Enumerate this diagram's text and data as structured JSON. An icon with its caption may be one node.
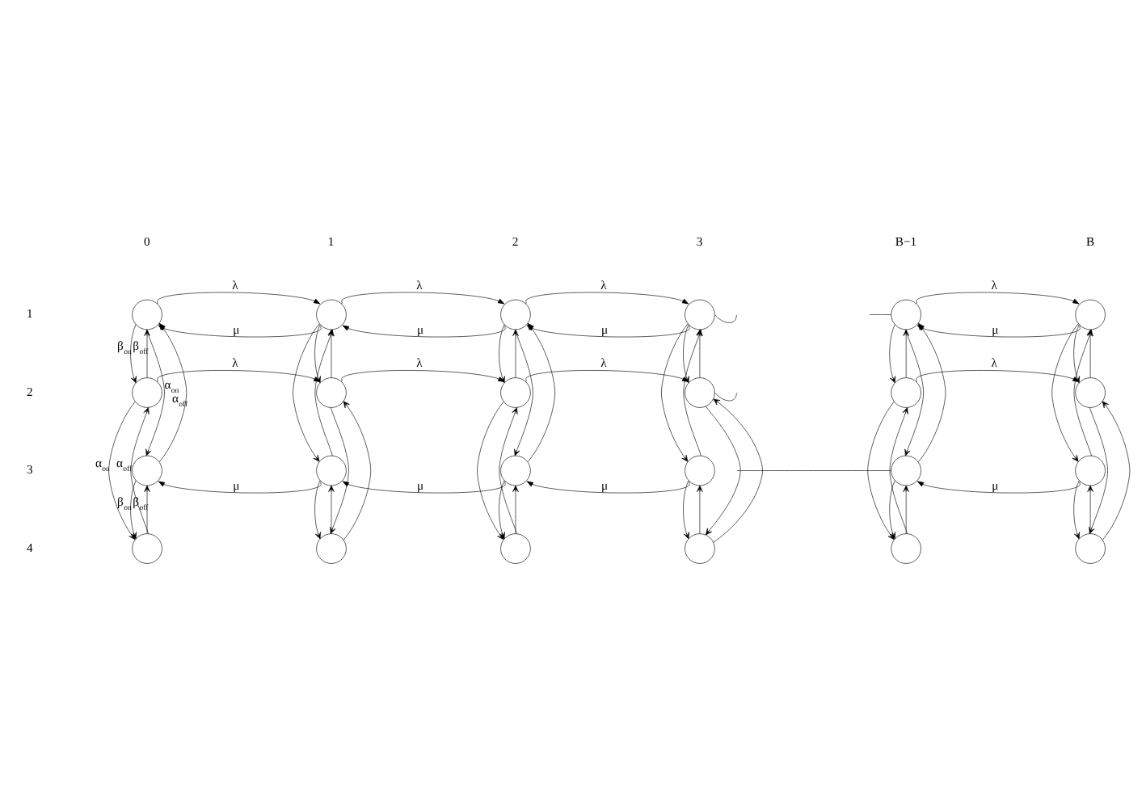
{
  "diagram": {
    "nodes": [
      {
        "text": [],
        "shape": "circle"
      },
      {
        "text": [],
        "shape": "circle"
      },
      {
        "text": [],
        "shape": "circle"
      },
      {
        "text": [],
        "shape": "circle"
      },
      {
        "text": [],
        "shape": "circle"
      },
      {
        "text": [],
        "shape": "circle"
      },
      {
        "text": [],
        "shape": "circle"
      },
      {
        "text": [],
        "shape": "circle"
      },
      {
        "text": [],
        "shape": "circle"
      },
      {
        "text": [],
        "shape": "circle"
      },
      {
        "text": [],
        "shape": "circle"
      },
      {
        "text": [],
        "shape": "circle"
      },
      {
        "text": [],
        "shape": "circle"
      },
      {
        "text": [],
        "shape": "circle"
      },
      {
        "text": [],
        "shape": "circle"
      },
      {
        "text": [],
        "shape": "circle"
      },
      {
        "text": [],
        "shape": "circle"
      },
      {
        "text": [],
        "shape": "circle"
      },
      {
        "text": [],
        "shape": "circle"
      },
      {
        "text": [],
        "shape": "circle"
      },
      {
        "text": [],
        "shape": "circle"
      },
      {
        "text": [],
        "shape": "circle"
      },
      {
        "text": [],
        "shape": "circle"
      },
      {
        "text": [],
        "shape": "circle"
      }
    ],
    "edges": [
      {
        "from": 0,
        "to": 1,
        "arrow": "to",
        "label": "λ"
      },
      {
        "from": 1,
        "to": 2,
        "arrow": "to",
        "label": "λ"
      },
      {
        "from": 2,
        "to": 3,
        "arrow": "to",
        "label": "λ"
      },
      {
        "from": 3,
        "to": null,
        "arrow": "none"
      },
      {
        "from": 4,
        "to": 5,
        "arrow": "to",
        "label": "λ"
      },
      {
        "from": 1,
        "to": 0,
        "arrow": "to",
        "label": "μ"
      },
      {
        "from": 2,
        "to": 1,
        "arrow": "to",
        "label": "μ"
      },
      {
        "from": 3,
        "to": 2,
        "arrow": "to",
        "label": "μ"
      },
      {
        "from": 5,
        "to": 4,
        "arrow": "to",
        "label": "μ"
      },
      {
        "from": 4,
        "to": null,
        "arrow": "none"
      },
      {
        "from": 6,
        "to": 7,
        "arrow": "to",
        "label": "λ"
      },
      {
        "from": 7,
        "to": 8,
        "arrow": "to",
        "label": "λ"
      },
      {
        "from": 8,
        "to": 9,
        "arrow": "to",
        "label": "λ"
      },
      {
        "from": 9,
        "to": null,
        "arrow": "none"
      },
      {
        "from": 10,
        "to": 11,
        "arrow": "to",
        "label": "λ"
      },
      {
        "from": 13,
        "to": 12,
        "arrow": "to",
        "label": "μ"
      },
      {
        "from": 14,
        "to": 13,
        "arrow": "to",
        "label": "μ"
      },
      {
        "from": 15,
        "to": 14,
        "arrow": "to",
        "label": "μ"
      },
      {
        "from": 17,
        "to": 16,
        "arrow": "to",
        "label": "μ"
      },
      {
        "from": 16,
        "to": null,
        "arrow": "none"
      },
      {
        "from": 0,
        "to": 6,
        "arrow": "to",
        "label": "β$_{on}$"
      },
      {
        "from": 6,
        "to": 0,
        "arrow": "to",
        "label": "β$_{off}$"
      },
      {
        "from": 0,
        "to": 12,
        "arrow": "to",
        "label": "α$_{on}$"
      },
      {
        "from": 12,
        "to": 0,
        "arrow": "to",
        "label": "α$_{off}$"
      },
      {
        "from": 6,
        "to": 18,
        "arrow": "to",
        "label": "α$_{on}$"
      },
      {
        "from": 18,
        "to": 6,
        "arrow": "to",
        "label": "α$_{off}$"
      },
      {
        "from": 12,
        "to": 18,
        "arrow": "to",
        "label": "β$_{on}$"
      },
      {
        "from": 18,
        "to": 12,
        "arrow": "to",
        "label": "β$_{off}$"
      },
      {
        "from": 1,
        "to": 7,
        "arrow": "to"
      },
      {
        "from": 7,
        "to": 1,
        "arrow": "to"
      },
      {
        "from": 1,
        "to": 13,
        "arrow": "to"
      },
      {
        "from": 13,
        "to": 1,
        "arrow": "to"
      },
      {
        "from": 7,
        "to": 19,
        "arrow": "to"
      },
      {
        "from": 19,
        "to": 7,
        "arrow": "to"
      },
      {
        "from": 13,
        "to": 19,
        "arrow": "to"
      },
      {
        "from": 19,
        "to": 13,
        "arrow": "to"
      },
      {
        "from": 2,
        "to": 8,
        "arrow": "to"
      },
      {
        "from": 8,
        "to": 2,
        "arrow": "to"
      },
      {
        "from": 2,
        "to": 14,
        "arrow": "to"
      },
      {
        "from": 14,
        "to": 2,
        "arrow": "to"
      },
      {
        "from": 8,
        "to": 20,
        "arrow": "to"
      },
      {
        "from": 20,
        "to": 8,
        "arrow": "to"
      },
      {
        "from": 14,
        "to": 20,
        "arrow": "to"
      },
      {
        "from": 20,
        "to": 14,
        "arrow": "to"
      },
      {
        "from": 3,
        "to": 9,
        "arrow": "to"
      },
      {
        "from": 9,
        "to": 3,
        "arrow": "to"
      },
      {
        "from": 3,
        "to": 15,
        "arrow": "to"
      },
      {
        "from": 15,
        "to": 3,
        "arrow": "to"
      },
      {
        "from": 9,
        "to": 21,
        "arrow": "to"
      },
      {
        "from": 21,
        "to": 9,
        "arrow": "to"
      },
      {
        "from": 15,
        "to": 21,
        "arrow": "to"
      },
      {
        "from": 21,
        "to": 15,
        "arrow": "to"
      },
      {
        "from": 4,
        "to": 10,
        "arrow": "to"
      },
      {
        "from": 10,
        "to": 4,
        "arrow": "to"
      },
      {
        "from": 4,
        "to": 16,
        "arrow": "to"
      },
      {
        "from": 16,
        "to": 4,
        "arrow": "to"
      },
      {
        "from": 10,
        "to": 22,
        "arrow": "to"
      },
      {
        "from": 22,
        "to": 10,
        "arrow": "to"
      },
      {
        "from": 16,
        "to": 22,
        "arrow": "to"
      },
      {
        "from": 22,
        "to": 16,
        "arrow": "to"
      },
      {
        "from": 5,
        "to": 11,
        "arrow": "to"
      },
      {
        "from": 11,
        "to": 5,
        "arrow": "to"
      },
      {
        "from": 5,
        "to": 17,
        "arrow": "to"
      },
      {
        "from": 17,
        "to": 5,
        "arrow": "to"
      },
      {
        "from": 11,
        "to": 23,
        "arrow": "to"
      },
      {
        "from": 23,
        "to": 11,
        "arrow": "to"
      },
      {
        "from": 17,
        "to": 23,
        "arrow": "to"
      },
      {
        "from": 23,
        "to": 17,
        "arrow": "to"
      }
    ],
    "labels": [
      "0",
      "1",
      "2",
      "3",
      "B−1",
      "B",
      "1",
      "2",
      "3",
      "4"
    ]
  }
}
